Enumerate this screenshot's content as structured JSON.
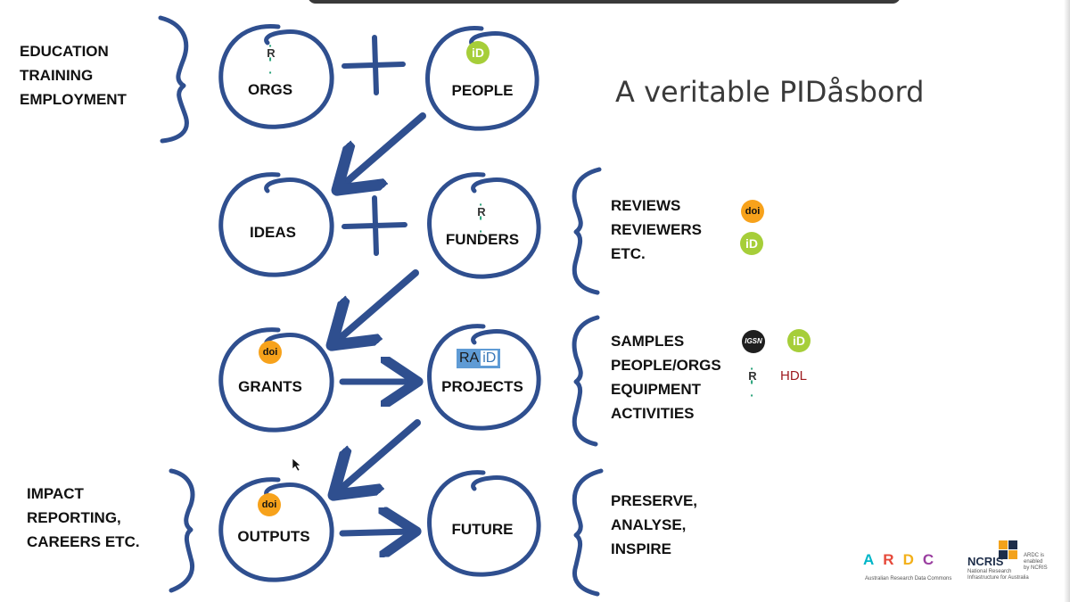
{
  "title": "A veritable PIDåsbord",
  "left_labels": {
    "top": [
      "EDUCATION",
      "TRAINING",
      "EMPLOYMENT"
    ],
    "bottom": [
      "IMPACT",
      "REPORTING,",
      "CAREERS ETC."
    ]
  },
  "nodes": {
    "orgs": "ORGS",
    "people": "PEOPLE",
    "ideas": "IDEAS",
    "funders": "FUNDERS",
    "grants": "GRANTS",
    "projects": "PROJECTS",
    "outputs": "OUTPUTS",
    "future": "FUTURE"
  },
  "right_labels": {
    "reviews": [
      "REVIEWS",
      "REVIEWERS",
      "ETC."
    ],
    "samples": [
      "SAMPLES",
      "PEOPLE/ORGS",
      "EQUIPMENT",
      "ACTIVITIES"
    ],
    "preserve": [
      "PRESERVE,",
      "ANALYSE,",
      "INSPIRE"
    ]
  },
  "badges": {
    "ror": "R",
    "orcid": "iD",
    "doi": "doi",
    "raid_prefix": "RA",
    "raid_suffix": "iD",
    "igsn": "IGSN",
    "hdl": "HDL"
  },
  "logos": {
    "ardc_letters": [
      "A",
      "R",
      "D",
      "C"
    ],
    "ardc_caption": "Australian Research Data Commons",
    "ncris": "NCRIS",
    "ncris_caption": [
      "National Research",
      "Infrastructure for Australia"
    ],
    "enabled_by": [
      "ARDC is",
      "enabled",
      "by NCRIS"
    ]
  },
  "colors": {
    "stroke": "#2f4f8f",
    "orcid": "#a6ce39",
    "doi": "#f7a21b",
    "ror": "#2aa37a",
    "hdl": "#9e1b20",
    "raid": "#5f9bd5"
  }
}
